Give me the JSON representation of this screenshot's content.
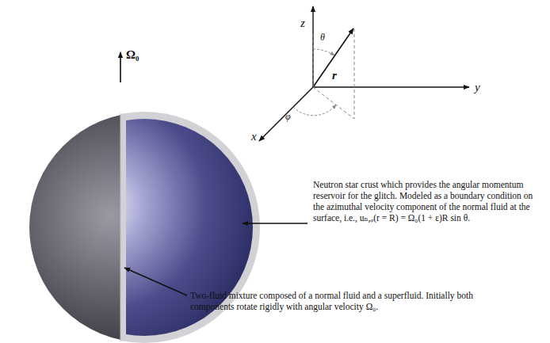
{
  "diagram": {
    "labels": [
      "Ω₀",
      "z",
      "θ",
      "r",
      "y",
      "φ",
      "x",
      "Neutron star crust which provides the angular momentum reservoir for the glitch. Modeled as a boundary condition on the azimuthal velocity component of the normal fluid at the surface, i.e., uₙ,ᵩ(r = R) = Ω₀(1 + ε)R sin θ.",
      "Two-fluid mixture composed of a normal fluid and a superfluid. Initially both components rotate rigidly with angular velocity Ω₀."
    ]
  }
}
